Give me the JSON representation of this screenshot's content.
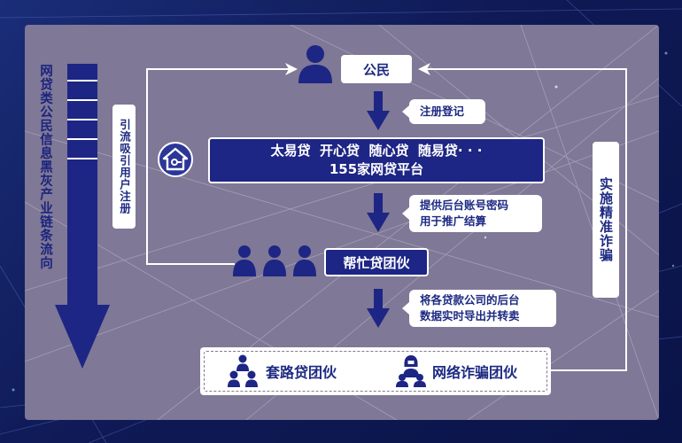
{
  "left_title": "网贷类公民信息黑灰产业链条流向",
  "left_loop_label": "引流吸引用户注册",
  "right_loop_label": "实施精准诈骗",
  "nodes": {
    "citizen": "公民",
    "platform_line1": "太易贷  开心贷  随心贷  随易贷· · ·",
    "platform_line2": "155家网贷平台",
    "helper": "帮忙贷团伙",
    "scam_a": "套路贷团伙",
    "scam_b": "网络诈骗团伙"
  },
  "notes": {
    "register": "注册登记",
    "accounts_line1": "提供后台账号密码",
    "accounts_line2": "用于推广结算",
    "resell_line1": "将各贷款公司的后台",
    "resell_line2": "数据实时导出并转卖"
  },
  "colors": {
    "navy": "#1d2585",
    "panel": "#7f7896",
    "background": "#12205e",
    "box_text": "#1d2a82"
  },
  "icons": [
    "person-icon",
    "house-key-icon",
    "group-three-persons-icon",
    "pyramid-group-icon",
    "hooded-group-icon"
  ]
}
